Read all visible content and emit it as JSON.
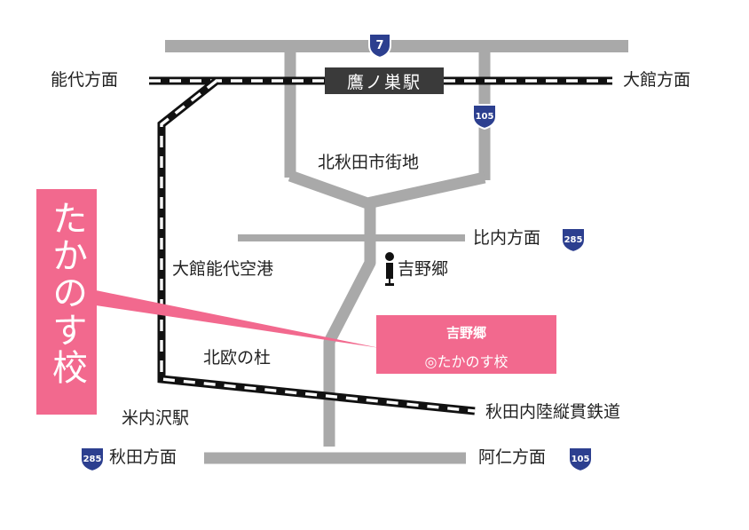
{
  "labels": {
    "noshiro_direction": "能代方面",
    "odate_direction": "大館方面",
    "takanosu_station": "鷹ノ巣駅",
    "kitaakita_downtown": "北秋田市街地",
    "hinai_direction": "比内方面",
    "airport": "大館能代空港",
    "yoshinogo": "吉野郷",
    "kitaou_forest": "北欧の杜",
    "yonaizawa_station": "米内沢駅",
    "akita_direction": "秋田方面",
    "ani_direction": "阿仁方面",
    "nairiku_railway": "秋田内陸縦貫鉄道"
  },
  "routes": {
    "national_7": "7",
    "national_105_top": "105",
    "national_285_right": "285",
    "national_285_bottom": "285",
    "national_105_bottom": "105"
  },
  "banner": {
    "text": "たかのす校"
  },
  "callout": {
    "line1": "吉野郷",
    "line2": "◎たかのす校"
  },
  "colors": {
    "road_gray": "#a9a9a9",
    "rail_black": "#111111",
    "accent_pink": "#f2698e",
    "route_blue": "#2c3f8f",
    "station_box": "#3a3a3a"
  }
}
